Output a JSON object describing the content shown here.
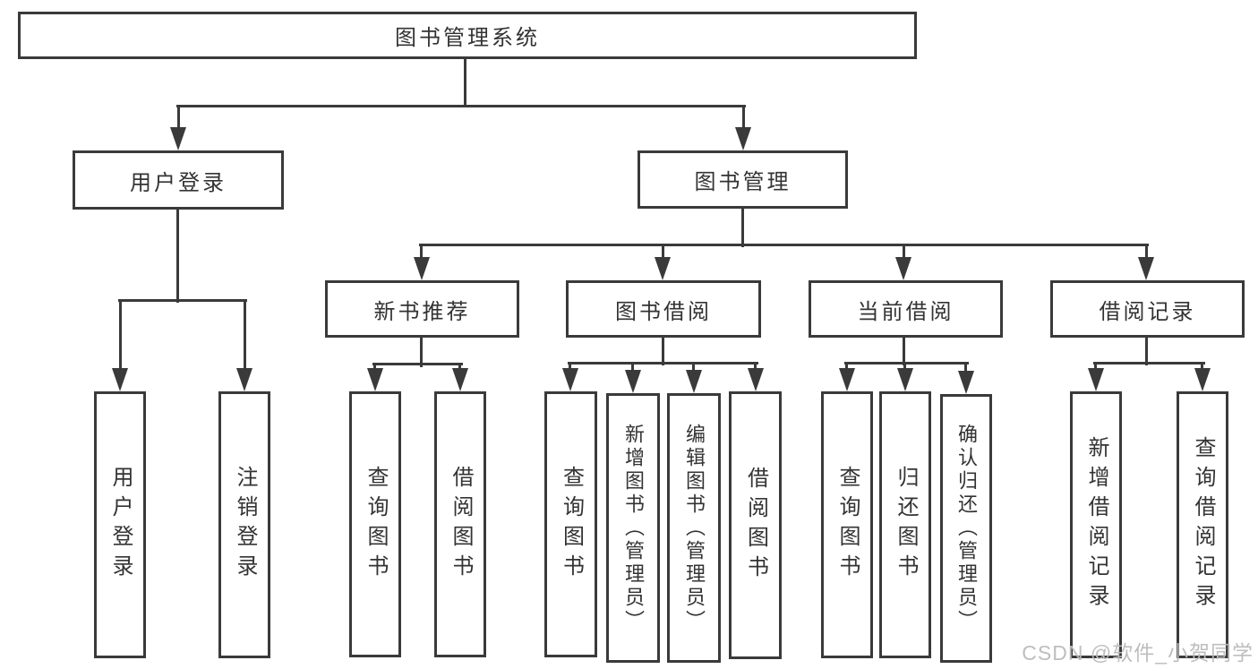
{
  "tree": {
    "id": "root",
    "label": "图书管理系统",
    "children": [
      {
        "id": "user-login",
        "label": "用户登录",
        "children": [
          {
            "id": "user-login-leaf",
            "label": "用户登录"
          },
          {
            "id": "logout",
            "label": "注销登录"
          }
        ]
      },
      {
        "id": "book-mgmt",
        "label": "图书管理",
        "children": [
          {
            "id": "new-book-rec",
            "label": "新书推荐",
            "children": [
              {
                "id": "nbr-query",
                "label": "查询图书"
              },
              {
                "id": "nbr-borrow",
                "label": "借阅图书"
              }
            ]
          },
          {
            "id": "book-borrow",
            "label": "图书借阅",
            "children": [
              {
                "id": "bb-query",
                "label": "查询图书"
              },
              {
                "id": "bb-add",
                "label": "新增图书（管理员）"
              },
              {
                "id": "bb-edit",
                "label": "编辑图书（管理员）"
              },
              {
                "id": "bb-borrow",
                "label": "借阅图书"
              }
            ]
          },
          {
            "id": "current-borrow",
            "label": "当前借阅",
            "children": [
              {
                "id": "cb-query",
                "label": "查询图书"
              },
              {
                "id": "cb-return",
                "label": "归还图书"
              },
              {
                "id": "cb-confirm",
                "label": "确认归还（管理员）"
              }
            ]
          },
          {
            "id": "borrow-records",
            "label": "借阅记录",
            "children": [
              {
                "id": "br-add",
                "label": "新增借阅记录"
              },
              {
                "id": "br-query",
                "label": "查询借阅记录"
              }
            ]
          }
        ]
      }
    ]
  },
  "watermark": {
    "text": "CSDN @软件_小贺同学"
  },
  "colors": {
    "line": "#3a3a3a",
    "text": "#333333",
    "background": "#ffffff",
    "watermark": "#bababa"
  }
}
